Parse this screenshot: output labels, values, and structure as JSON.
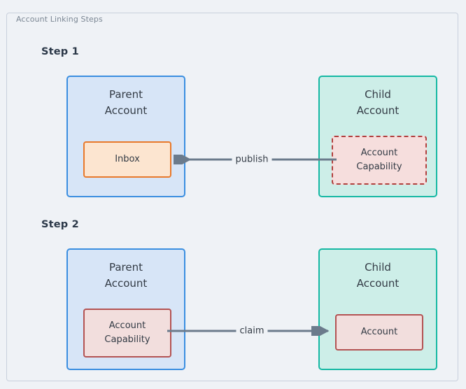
{
  "diagram": {
    "title": "Account Linking Steps",
    "background_color": "#eff2f6",
    "frame_border_color": "#c8d0dc",
    "title_color": "#7b8794"
  },
  "steps": [
    {
      "label": "Step 1",
      "parent": {
        "title": "Parent\nAccount",
        "fill": "#d7e5f7",
        "stroke": "#3a8ee0",
        "resource": {
          "label": "Inbox",
          "fill": "#fce5d0",
          "stroke": "#e8792b",
          "border_style": "solid"
        }
      },
      "child": {
        "title": "Child\nAccount",
        "fill": "#cdeee8",
        "stroke": "#15b8a3",
        "resource": {
          "label": "Account\nCapability",
          "fill": "#f6dedd",
          "stroke": "#b13f3d",
          "border_style": "dashed"
        }
      },
      "connector": {
        "label": "publish",
        "direction": "right-to-left",
        "color": "#6b7b8c"
      }
    },
    {
      "label": "Step 2",
      "parent": {
        "title": "Parent\nAccount",
        "fill": "#d7e5f7",
        "stroke": "#3a8ee0",
        "resource": {
          "label": "Account\nCapability",
          "fill": "#f2dedd",
          "stroke": "#b35353",
          "border_style": "solid"
        }
      },
      "child": {
        "title": "Child\nAccount",
        "fill": "#cdeee8",
        "stroke": "#15b8a3",
        "resource": {
          "label": "Account",
          "fill": "#f2dedd",
          "stroke": "#b35353",
          "border_style": "solid"
        }
      },
      "connector": {
        "label": "claim",
        "direction": "left-to-right",
        "color": "#6b7b8c"
      }
    }
  ]
}
